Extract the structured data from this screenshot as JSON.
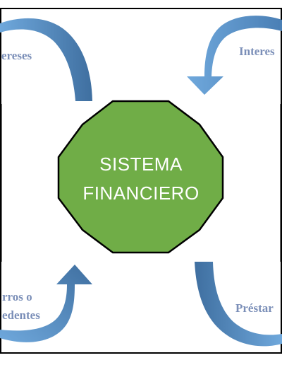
{
  "diagram": {
    "center": {
      "line1": "SISTEMA",
      "line2": "FINANCIERO",
      "fill": "#70ad47",
      "stroke": "#000000"
    },
    "labels": {
      "top_left": "ereses",
      "top_right": "Interes",
      "bottom_left_line1": "rros o",
      "bottom_left_line2": "edentes",
      "bottom_right": "Préstar"
    },
    "colors": {
      "arrow_light": "#5b9bd5",
      "arrow_dark": "#41719c",
      "label_text": "#7b8fb8"
    }
  }
}
